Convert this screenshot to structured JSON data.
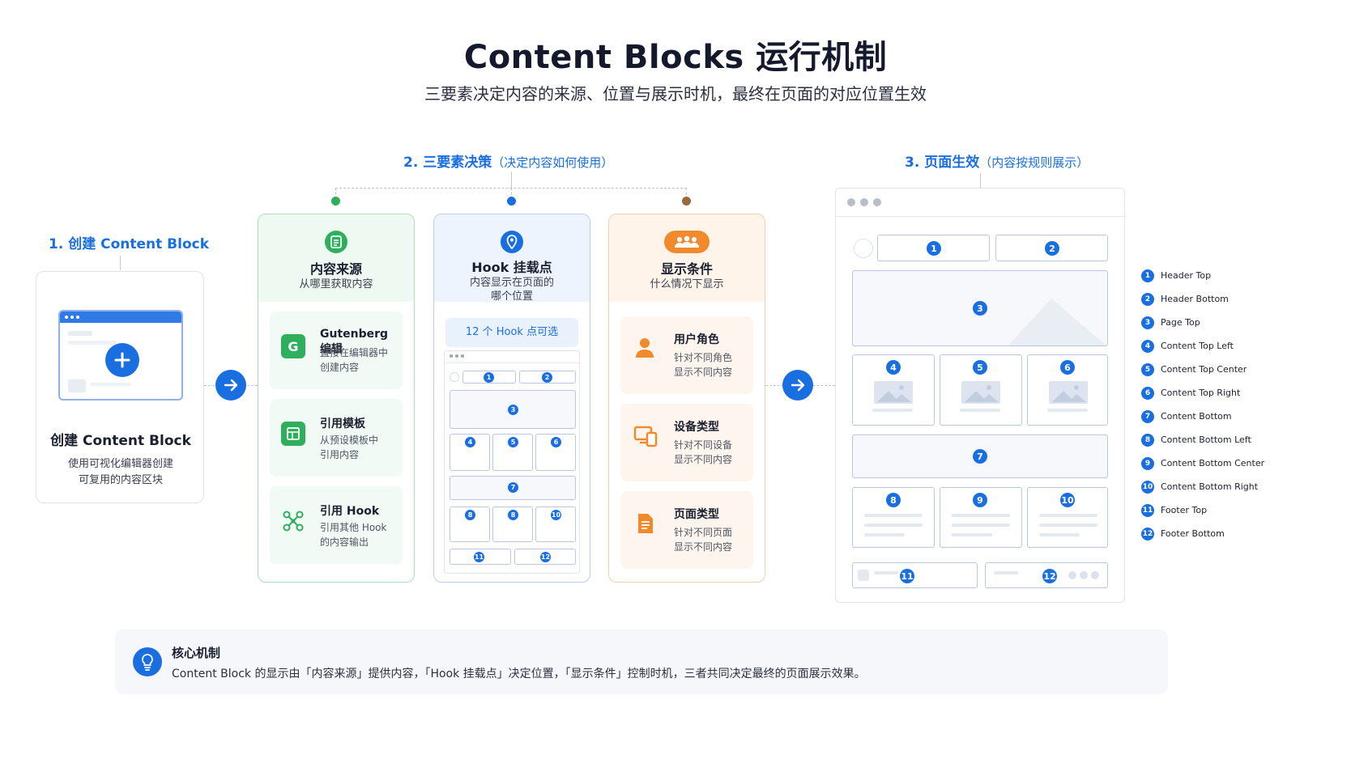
{
  "header": {
    "title": "Content Blocks 运行机制",
    "subtitle": "三要素决定内容的来源、位置与展示时机，最终在页面的对应位置生效"
  },
  "stage1": {
    "label": "1. 创建 Content Block",
    "card_title": "创建 Content Block",
    "card_desc_1": "使用可视化编辑器创建",
    "card_desc_2": "可复用的内容区块"
  },
  "stage2": {
    "label": "2. 三要素决策",
    "note": "（决定内容如何使用）",
    "source": {
      "title": "内容来源",
      "subtitle": "从哪里获取内容",
      "color": "#2fae5b",
      "items": [
        {
          "icon": "G",
          "title": "Gutenberg 编辑",
          "desc1": "直接在编辑器中",
          "desc2": "创建内容"
        },
        {
          "icon": "template",
          "title": "引用模板",
          "desc1": "从预设模板中",
          "desc2": "引用内容"
        },
        {
          "icon": "hook",
          "title": "引用 Hook",
          "desc1": "引用其他 Hook",
          "desc2": "的内容输出"
        }
      ]
    },
    "hook": {
      "title": "Hook 挂载点",
      "subtitle1": "内容显示在页面的",
      "subtitle2": "哪个位置",
      "color": "#1a6fe0",
      "banner": "12 个 Hook 点可选",
      "nums": [
        "1",
        "2",
        "3",
        "4",
        "5",
        "6",
        "7",
        "8",
        "8",
        "10",
        "11",
        "12"
      ]
    },
    "condition": {
      "title": "显示条件",
      "subtitle": "什么情况下显示",
      "color": "#f08a2c",
      "items": [
        {
          "title": "用户角色",
          "desc1": "针对不同角色",
          "desc2": "显示不同内容"
        },
        {
          "title": "设备类型",
          "desc1": "针对不同设备",
          "desc2": "显示不同内容"
        },
        {
          "title": "页面类型",
          "desc1": "针对不同页面",
          "desc2": "显示不同内容"
        }
      ]
    }
  },
  "stage3": {
    "label": "3. 页面生效",
    "note": "（内容按规则展示）",
    "nums": [
      "1",
      "2",
      "3",
      "4",
      "5",
      "6",
      "7",
      "8",
      "9",
      "10",
      "11",
      "12"
    ]
  },
  "legend": [
    {
      "num": "1",
      "label": "Header Top"
    },
    {
      "num": "2",
      "label": "Header Bottom"
    },
    {
      "num": "3",
      "label": "Page Top"
    },
    {
      "num": "4",
      "label": "Content Top Left"
    },
    {
      "num": "5",
      "label": "Content Top Center"
    },
    {
      "num": "6",
      "label": "Content Top Right"
    },
    {
      "num": "7",
      "label": "Content Bottom"
    },
    {
      "num": "8",
      "label": "Content Bottom Left"
    },
    {
      "num": "9",
      "label": "Content Bottom Center"
    },
    {
      "num": "10",
      "label": "Content Bottom Right"
    },
    {
      "num": "11",
      "label": "Footer Top"
    },
    {
      "num": "12",
      "label": "Footer Bottom"
    }
  ],
  "core": {
    "title": "核心机制",
    "text": "Content Block 的显示由「内容来源」提供内容，「Hook 挂载点」决定位置，「显示条件」控制时机，三者共同决定最终的页面展示效果。"
  },
  "colors": {
    "accent": "#1a6fe0",
    "green": "#2fae5b",
    "orange": "#f08a2c"
  }
}
